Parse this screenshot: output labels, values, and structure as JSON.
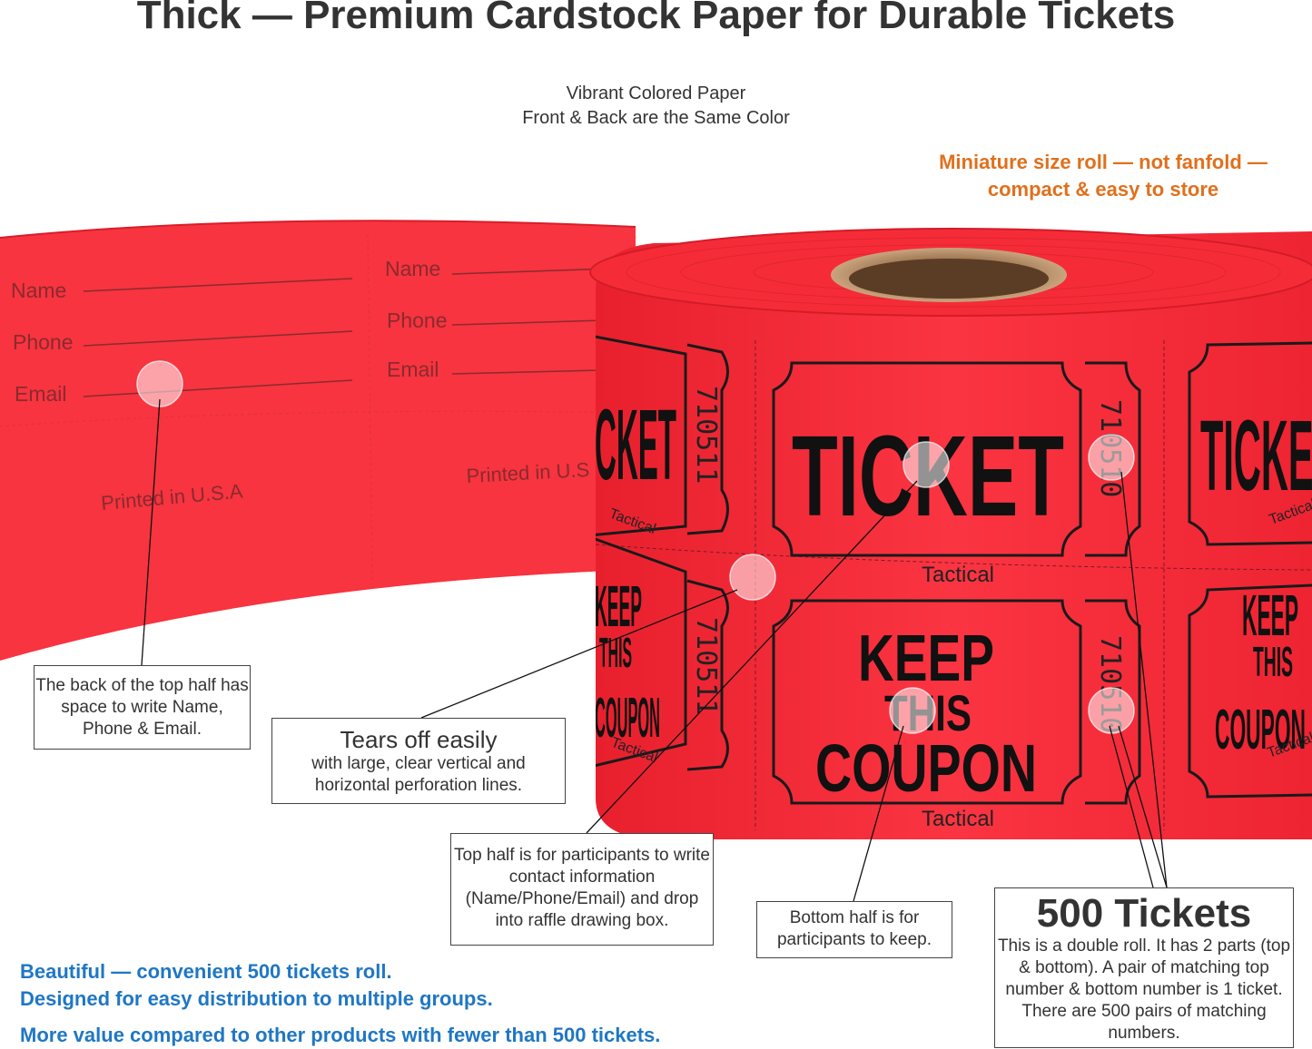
{
  "title": "Thick — Premium Cardstock Paper for Durable Tickets",
  "subtitle": {
    "line1": "Vibrant Colored Paper",
    "line2": "Front & Back are the Same Color"
  },
  "miniature_note": {
    "line1": "Miniature size roll — not fanfold —",
    "line2": "compact & easy to store"
  },
  "strip_back": {
    "name_label": "Name",
    "phone_label": "Phone",
    "email_label": "Email",
    "printed": "Printed in U.S.A",
    "printed_partial": "Printed in U.S"
  },
  "ticket": {
    "top_word": "TICKET",
    "top_word_partial": "CKET",
    "bottom_line1": "KEEP",
    "bottom_line2": "THIS",
    "bottom_line3": "COUPON",
    "bottom_partial1": "KEEP",
    "bottom_partial2": "THIS",
    "bottom_partial3": "COUPON",
    "brand": "Tactical",
    "number_left": "710511",
    "number_center": "710510"
  },
  "callouts": {
    "back_half": "The back of the top half has space to write Name, Phone & Email.",
    "tears_title": "Tears off easily",
    "tears_body": "with large, clear vertical and horizontal perforation lines.",
    "top_half": "Top half is for participants to write contact information (Name/Phone/Email) and drop into raffle drawing box.",
    "bottom_half": "Bottom half is for participants to keep.",
    "count_title": "500 Tickets",
    "count_body": "This is a double roll. It has 2 parts (top & bottom). A pair of matching top number & bottom number is 1 ticket. There are 500 pairs of matching numbers."
  },
  "blue_notes": {
    "line1": "Beautiful — convenient 500 tickets roll.",
    "line2": "Designed for easy distribution to multiple groups.",
    "line3": "More value compared to other products with fewer than 500 tickets."
  },
  "colors": {
    "ticket_red": "#fa2d3a",
    "accent_orange": "#e0701c",
    "accent_blue": "#1f77c4"
  }
}
